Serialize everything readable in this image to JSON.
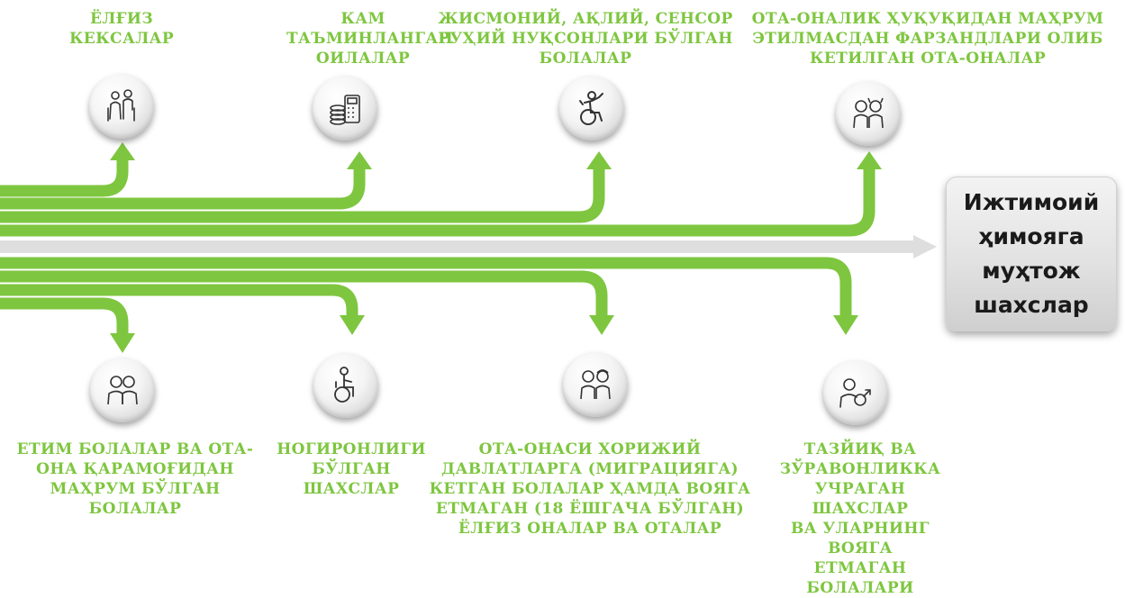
{
  "target": {
    "label": "Ижтимоий\nҳимояга\nмуҳтож\nшахслар"
  },
  "colors": {
    "accent_green": "#7ec63f",
    "center_arrow": "#dedede",
    "target_box": "#e6e6e6"
  },
  "categories_top": [
    {
      "label": "ЁЛҒИЗ\nКЕКСАЛАР",
      "icon": "elderly-couple-icon"
    },
    {
      "label": "КАМ\nТАЪМИНЛАНГАН\nОИЛАЛАР",
      "icon": "coins-calculator-icon"
    },
    {
      "label": "ЖИСМОНИЙ, АҚЛИЙ, СЕНСОР\nРУҲИЙ НУҚСОНЛАРИ БЎЛГАН\nБОЛАЛАР",
      "icon": "wheelchair-child-icon"
    },
    {
      "label": "ОТА-ОНАЛИК ҲУҚУҚИДАН МАҲРУМ\nЭТИЛМАСДАН ФАРЗАНДЛАРИ ОЛИБ\nКЕТИЛГАН ОТА-ОНАЛАР",
      "icon": "children-pair-icon"
    }
  ],
  "categories_bottom": [
    {
      "label": "ЕТИМ БОЛАЛАР ВА ОТА-\nОНА ҚАРАМОҒИДАН\nМАҲРУМ БЎЛГАН\nБОЛАЛАР",
      "icon": "orphan-children-icon"
    },
    {
      "label": "НОГИРОНЛИГИ\nБЎЛГАН\nШАХСЛАР",
      "icon": "wheelchair-user-icon"
    },
    {
      "label": "ОТА-ОНАСИ ХОРИЖИЙ\nДАВЛАТЛАРГА (МИГРАЦИЯГА)\nКЕТГАН БОЛАЛАР ҲАМДА ВОЯГА\nЕТМАГАН (18 ЁШГАЧА БЎЛГАН)\nЁЛҒИЗ ОНАЛАР ВА ОТАЛАР",
      "icon": "boy-girl-icon"
    },
    {
      "label": "ТАЗЙИҚ ВА\nЗЎРАВОНЛИККА\nУЧРАГАН ШАХСЛАР\nВА УЛАРНИНГ ВОЯГА\nЕТМАГАН БОЛАЛАРИ",
      "icon": "person-male-symbol-icon"
    }
  ]
}
